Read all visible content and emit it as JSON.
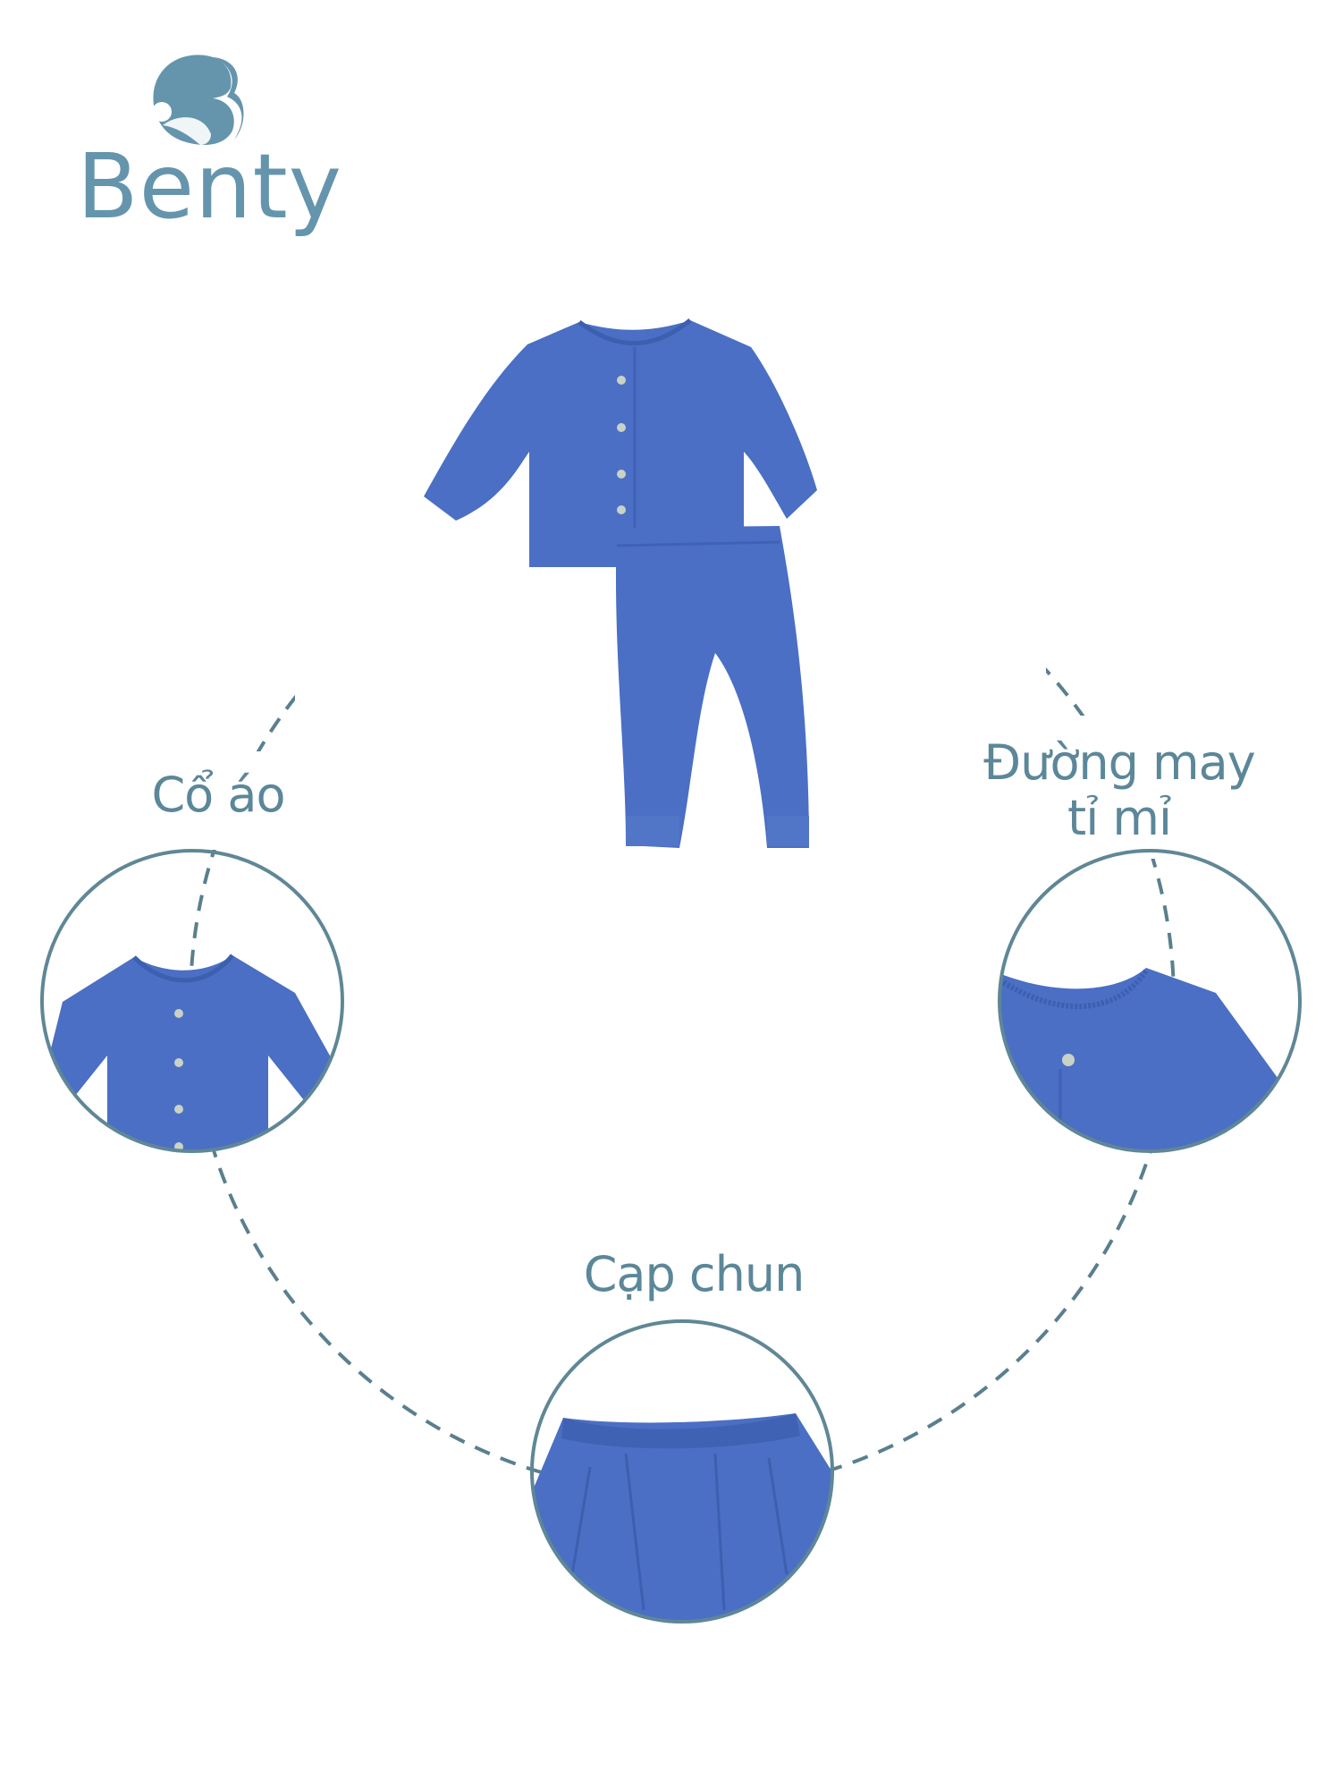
{
  "brand": {
    "name": "Benty",
    "color": "#6595ad"
  },
  "features": [
    {
      "label": "Cổ áo"
    },
    {
      "label_line1": "Đường may",
      "label_line2": "tỉ mỉ"
    },
    {
      "label": "Cạp chun"
    }
  ],
  "colors": {
    "text": "#5b8799",
    "dash": "#5a7f8e",
    "garment": "#4a6fc4",
    "circle_border": "#5f8796"
  }
}
